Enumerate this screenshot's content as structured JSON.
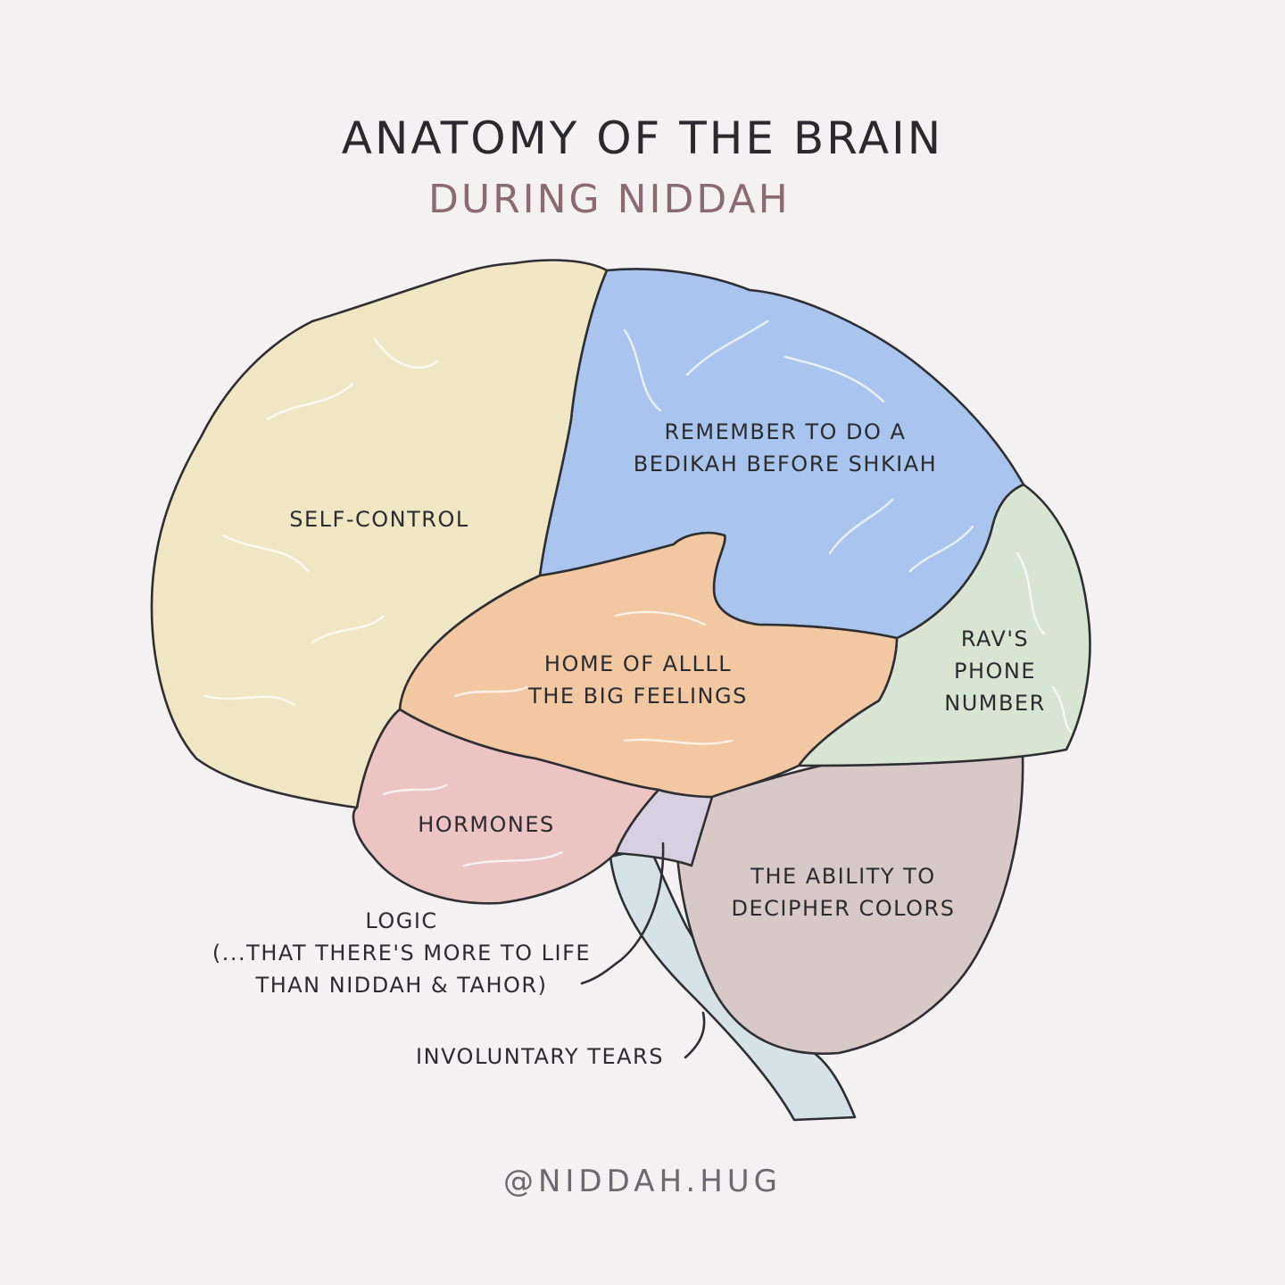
{
  "title": "ANATOMY OF THE BRAIN",
  "subtitle": "DURING NIDDAH",
  "regions": {
    "frontal": {
      "label": "SELF-CONTROL",
      "color": "#f1e6c3"
    },
    "parietal": {
      "line1": "REMEMBER TO DO A",
      "line2": "BEDIKAH BEFORE SHKIAH",
      "color": "#a9c5ee"
    },
    "occipital": {
      "line1": "RAV'S",
      "line2": "PHONE",
      "line3": "NUMBER",
      "color": "#d7e5d2"
    },
    "limbic": {
      "line1": "HOME OF ALLLL",
      "line2": "THE BIG FEELINGS",
      "color": "#f2c8a2"
    },
    "temporal": {
      "label": "HORMONES",
      "color": "#ecc4c2"
    },
    "cerebellum": {
      "line1": "THE ABILITY TO",
      "line2": "DECIPHER COLORS",
      "color": "#d8c8c7"
    },
    "pons": {
      "color": "#d6d0e2"
    },
    "brainstem": {
      "color": "#d5e3e6"
    }
  },
  "callouts": {
    "logic": {
      "line1": "LOGIC",
      "line2": "(...THAT THERE'S MORE TO LIFE",
      "line3": "THAN NIDDAH & TAHOR)"
    },
    "tears": {
      "label": "INVOLUNTARY TEARS"
    }
  },
  "handle": "@NIDDAH.HUG"
}
